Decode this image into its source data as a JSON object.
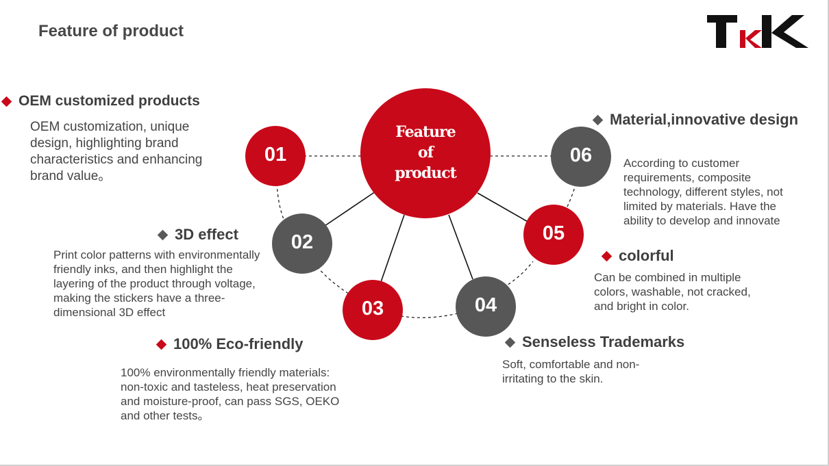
{
  "title": "Feature of product",
  "logo": {
    "text": "TKK",
    "colors": {
      "black": "#111111",
      "red": "#c8091a"
    }
  },
  "center": {
    "line1": "Feature",
    "line2": "of",
    "line3": "product"
  },
  "colors": {
    "red": "#c8091a",
    "gray": "#575757",
    "text": "#444444"
  },
  "features": [
    {
      "num": "01",
      "title": "OEM customized products",
      "marker": "red",
      "desc": "OEM customization, unique design, highlighting brand characteristics and enhancing brand value。"
    },
    {
      "num": "02",
      "title": "3D effect",
      "marker": "gray",
      "desc": "Print color patterns with environmentally friendly inks, and then highlight the layering of the product through voltage, making the stickers have a three-dimensional 3D effect"
    },
    {
      "num": "03",
      "title": "100% Eco-friendly",
      "marker": "red",
      "desc": "100% environmentally friendly materials: non-toxic and tasteless, heat preservation and moisture-proof, can pass SGS, OEKO and other tests。"
    },
    {
      "num": "04",
      "title": "Senseless Trademarks",
      "marker": "gray",
      "desc": "Soft, comfortable and non-irritating to the skin."
    },
    {
      "num": "05",
      "title": "colorful",
      "marker": "red",
      "desc": "Can be combined in multiple colors, washable, not cracked, and bright in color."
    },
    {
      "num": "06",
      "title": "Material,innovative design",
      "marker": "gray",
      "desc": "According to customer requirements, composite technology, different styles, not limited by materials. Have the ability to develop and innovate"
    }
  ]
}
